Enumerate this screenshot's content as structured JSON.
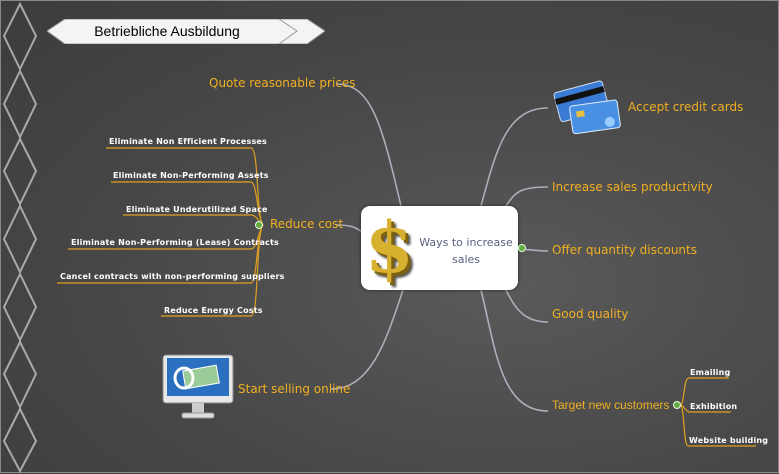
{
  "title": "Betriebliche Ausbildung",
  "center": {
    "label": "Ways to increase sales",
    "icon": "dollar-icon"
  },
  "branches": {
    "quote": "Quote reasonable prices",
    "reduce": "Reduce cost",
    "online": "Start selling online",
    "credit": "Accept credit cards",
    "productivity": "Increase sales productivity",
    "discounts": "Offer quantity discounts",
    "quality": "Good quality",
    "target": "Target new customers"
  },
  "reduce_items": [
    "Eliminate Non Efficient Processes",
    "Eliminate Non-Performing Assets",
    "Eliminate Underutilized Space",
    "Eliminate Non-Performing (Lease) Contracts",
    "Cancel contracts with non-performing suppliers",
    "Reduce Energy Costs"
  ],
  "target_items": [
    "Emailing",
    "Exhibition",
    "Website building"
  ],
  "colors": {
    "main_text": "#f0b020",
    "branch_line": "#b8b8d8",
    "sub_line": "#e0a020"
  }
}
